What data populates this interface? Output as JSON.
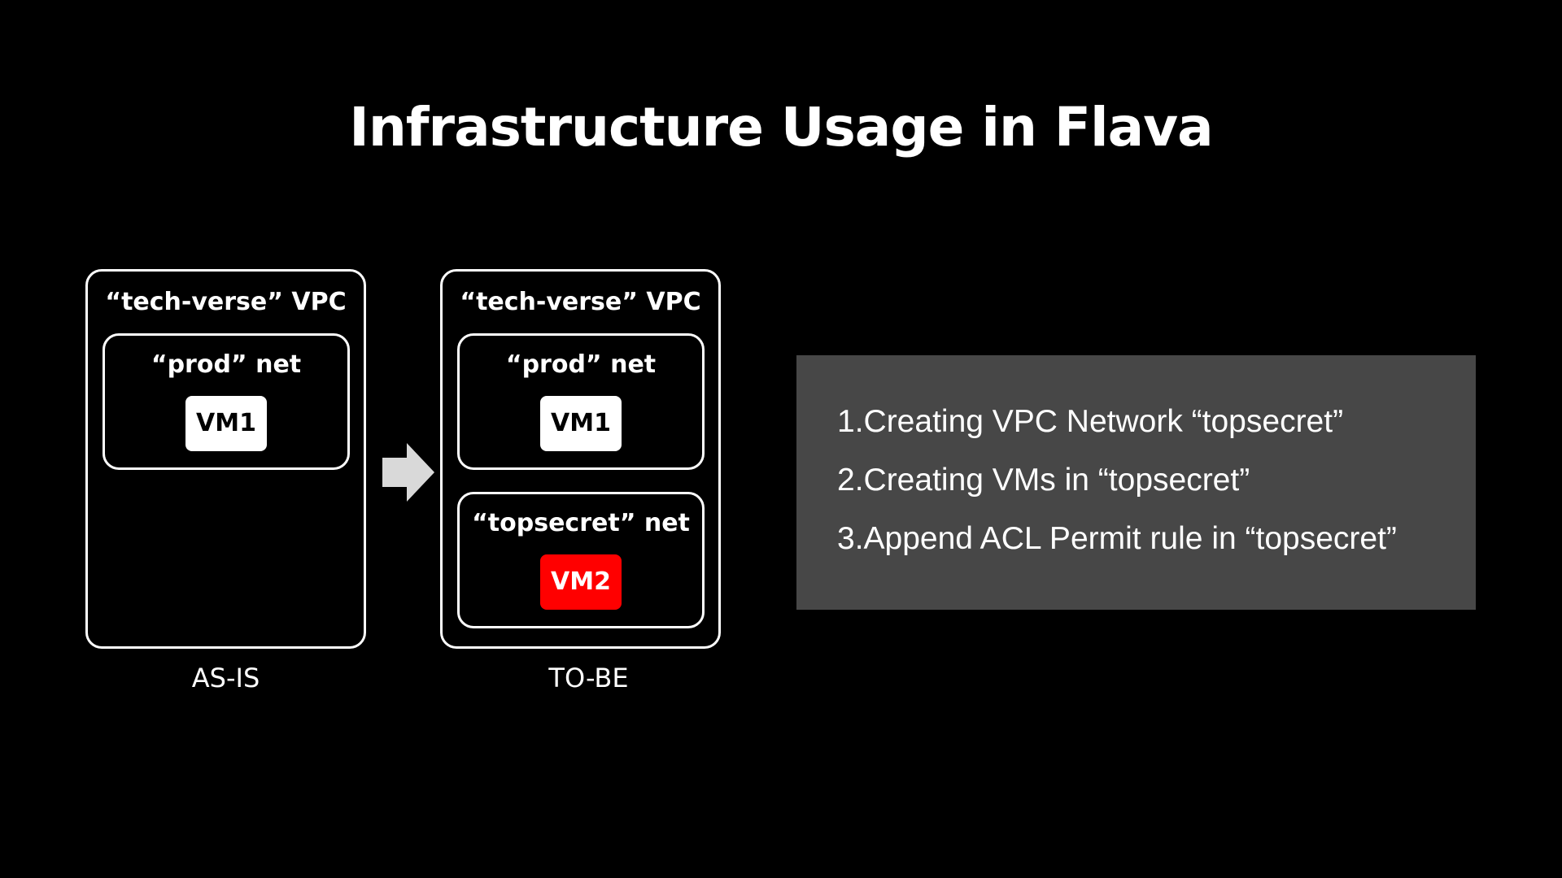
{
  "title": "Infrastructure Usage in Flava",
  "colors": {
    "background": "#000000",
    "box_border": "#ffffff",
    "vm_normal": "#ffffff",
    "vm_highlight": "#ff0000",
    "steps_panel": "#474747",
    "arrow": "#d9d9d9"
  },
  "as_is": {
    "vpc_label": "“tech-verse” VPC",
    "nets": [
      {
        "label": "“prod” net",
        "vm": "VM1"
      }
    ],
    "caption": "AS-IS"
  },
  "arrow_icon": "right-arrow-icon",
  "to_be": {
    "vpc_label": "“tech-verse” VPC",
    "nets": [
      {
        "label": "“prod” net",
        "vm": "VM1"
      },
      {
        "label": "“topsecret” net",
        "vm": "VM2"
      }
    ],
    "caption": "TO-BE"
  },
  "steps": [
    {
      "number": "1.",
      "text": "Creating VPC Network “topsecret”"
    },
    {
      "number": "2.",
      "text": "Creating VMs in “topsecret”"
    },
    {
      "number": "3.",
      "text": "Append ACL Permit rule in “topsecret”"
    }
  ]
}
